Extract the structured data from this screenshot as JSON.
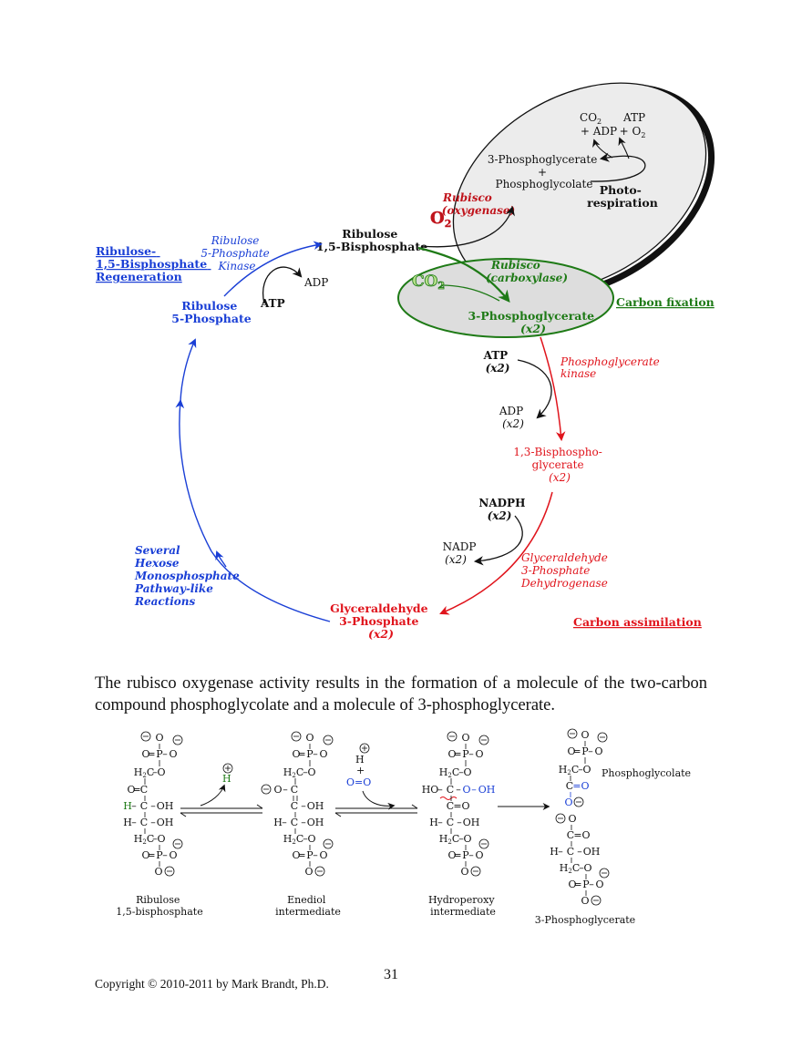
{
  "colors": {
    "calvin_blue": "#1a3fd6",
    "fixation_green": "#1e7a16",
    "assimilation_red": "#e0141c",
    "photorespiration_dark": "#c0141c",
    "ellipse_fill": "#ececec",
    "ink": "#111111"
  },
  "cycle": {
    "ribulose_bisphosphate": [
      "Ribulose",
      "1,5-Bisphosphate"
    ],
    "photorespiration": {
      "co2_adp": [
        "CO",
        "2",
        "+ ADP"
      ],
      "atp_o2": [
        "ATP",
        "+ O",
        "2"
      ],
      "pg_line1": "3-Phosphoglycerate",
      "plus": "+",
      "pg_line2": "Phosphoglycolate",
      "label": [
        "Photo-",
        "respiration"
      ],
      "enzyme": [
        "Rubisco",
        "(oxygenase)"
      ],
      "o2": [
        "O",
        "2"
      ]
    },
    "fixation": {
      "enzyme": [
        "Rubisco",
        "(carboxylase)"
      ],
      "co2": [
        "CO",
        "2"
      ],
      "product": [
        "3-Phosphoglycerate",
        "(x2)"
      ],
      "title": "Carbon fixation"
    },
    "assimilation": {
      "atp": [
        "ATP",
        "(x2)"
      ],
      "enzyme1": [
        "Phosphoglycerate",
        "kinase"
      ],
      "adp": [
        "ADP",
        "(x2)"
      ],
      "bpg": [
        "1,3-Bisphospho-",
        "glycerate",
        "(x2)"
      ],
      "nadph": [
        "NADPH",
        "(x2)"
      ],
      "nadp": [
        "NADP",
        "(x2)"
      ],
      "enzyme2": [
        "Glyceraldehyde",
        "3-Phosphate",
        "Dehydrogenase"
      ],
      "g3p": [
        "Glyceraldehyde",
        "3-Phosphate",
        "(x2)"
      ],
      "title": "Carbon assimilation"
    },
    "regeneration": {
      "title": [
        "Ribulose-",
        "1,5-Bisphosphate",
        "Regeneration"
      ],
      "several": [
        "Several",
        "Hexose",
        "Monosphosphate",
        "Pathway-like",
        "Reactions"
      ],
      "r5p": [
        "Ribulose",
        "5-Phosphate"
      ],
      "kinase": [
        "Ribulose",
        "5-Phosphate",
        "Kinase"
      ],
      "atp": "ATP",
      "adp": "ADP"
    }
  },
  "caption": "The rubisco oxygenase activity results in the formation of a molecule of the two-carbon compound phosphoglycolate and a molecule of 3-phosphoglycerate.",
  "mechanism": {
    "ribulose_label": [
      "Ribulose",
      "1,5-bisphosphate"
    ],
    "enediol_label": [
      "Enediol",
      "intermediate"
    ],
    "hydroperoxy_label": [
      "Hydroperoxy",
      "intermediate"
    ],
    "phosphoglycolate": "Phosphoglycolate",
    "pg3_label": "3-Phosphoglycerate",
    "h_plus": "H",
    "o2_label": "O=O",
    "plus": "+",
    "h": "H"
  },
  "footer": {
    "page_number": "31",
    "copyright": "Copyright © 2010-2011 by Mark Brandt, Ph.D."
  }
}
